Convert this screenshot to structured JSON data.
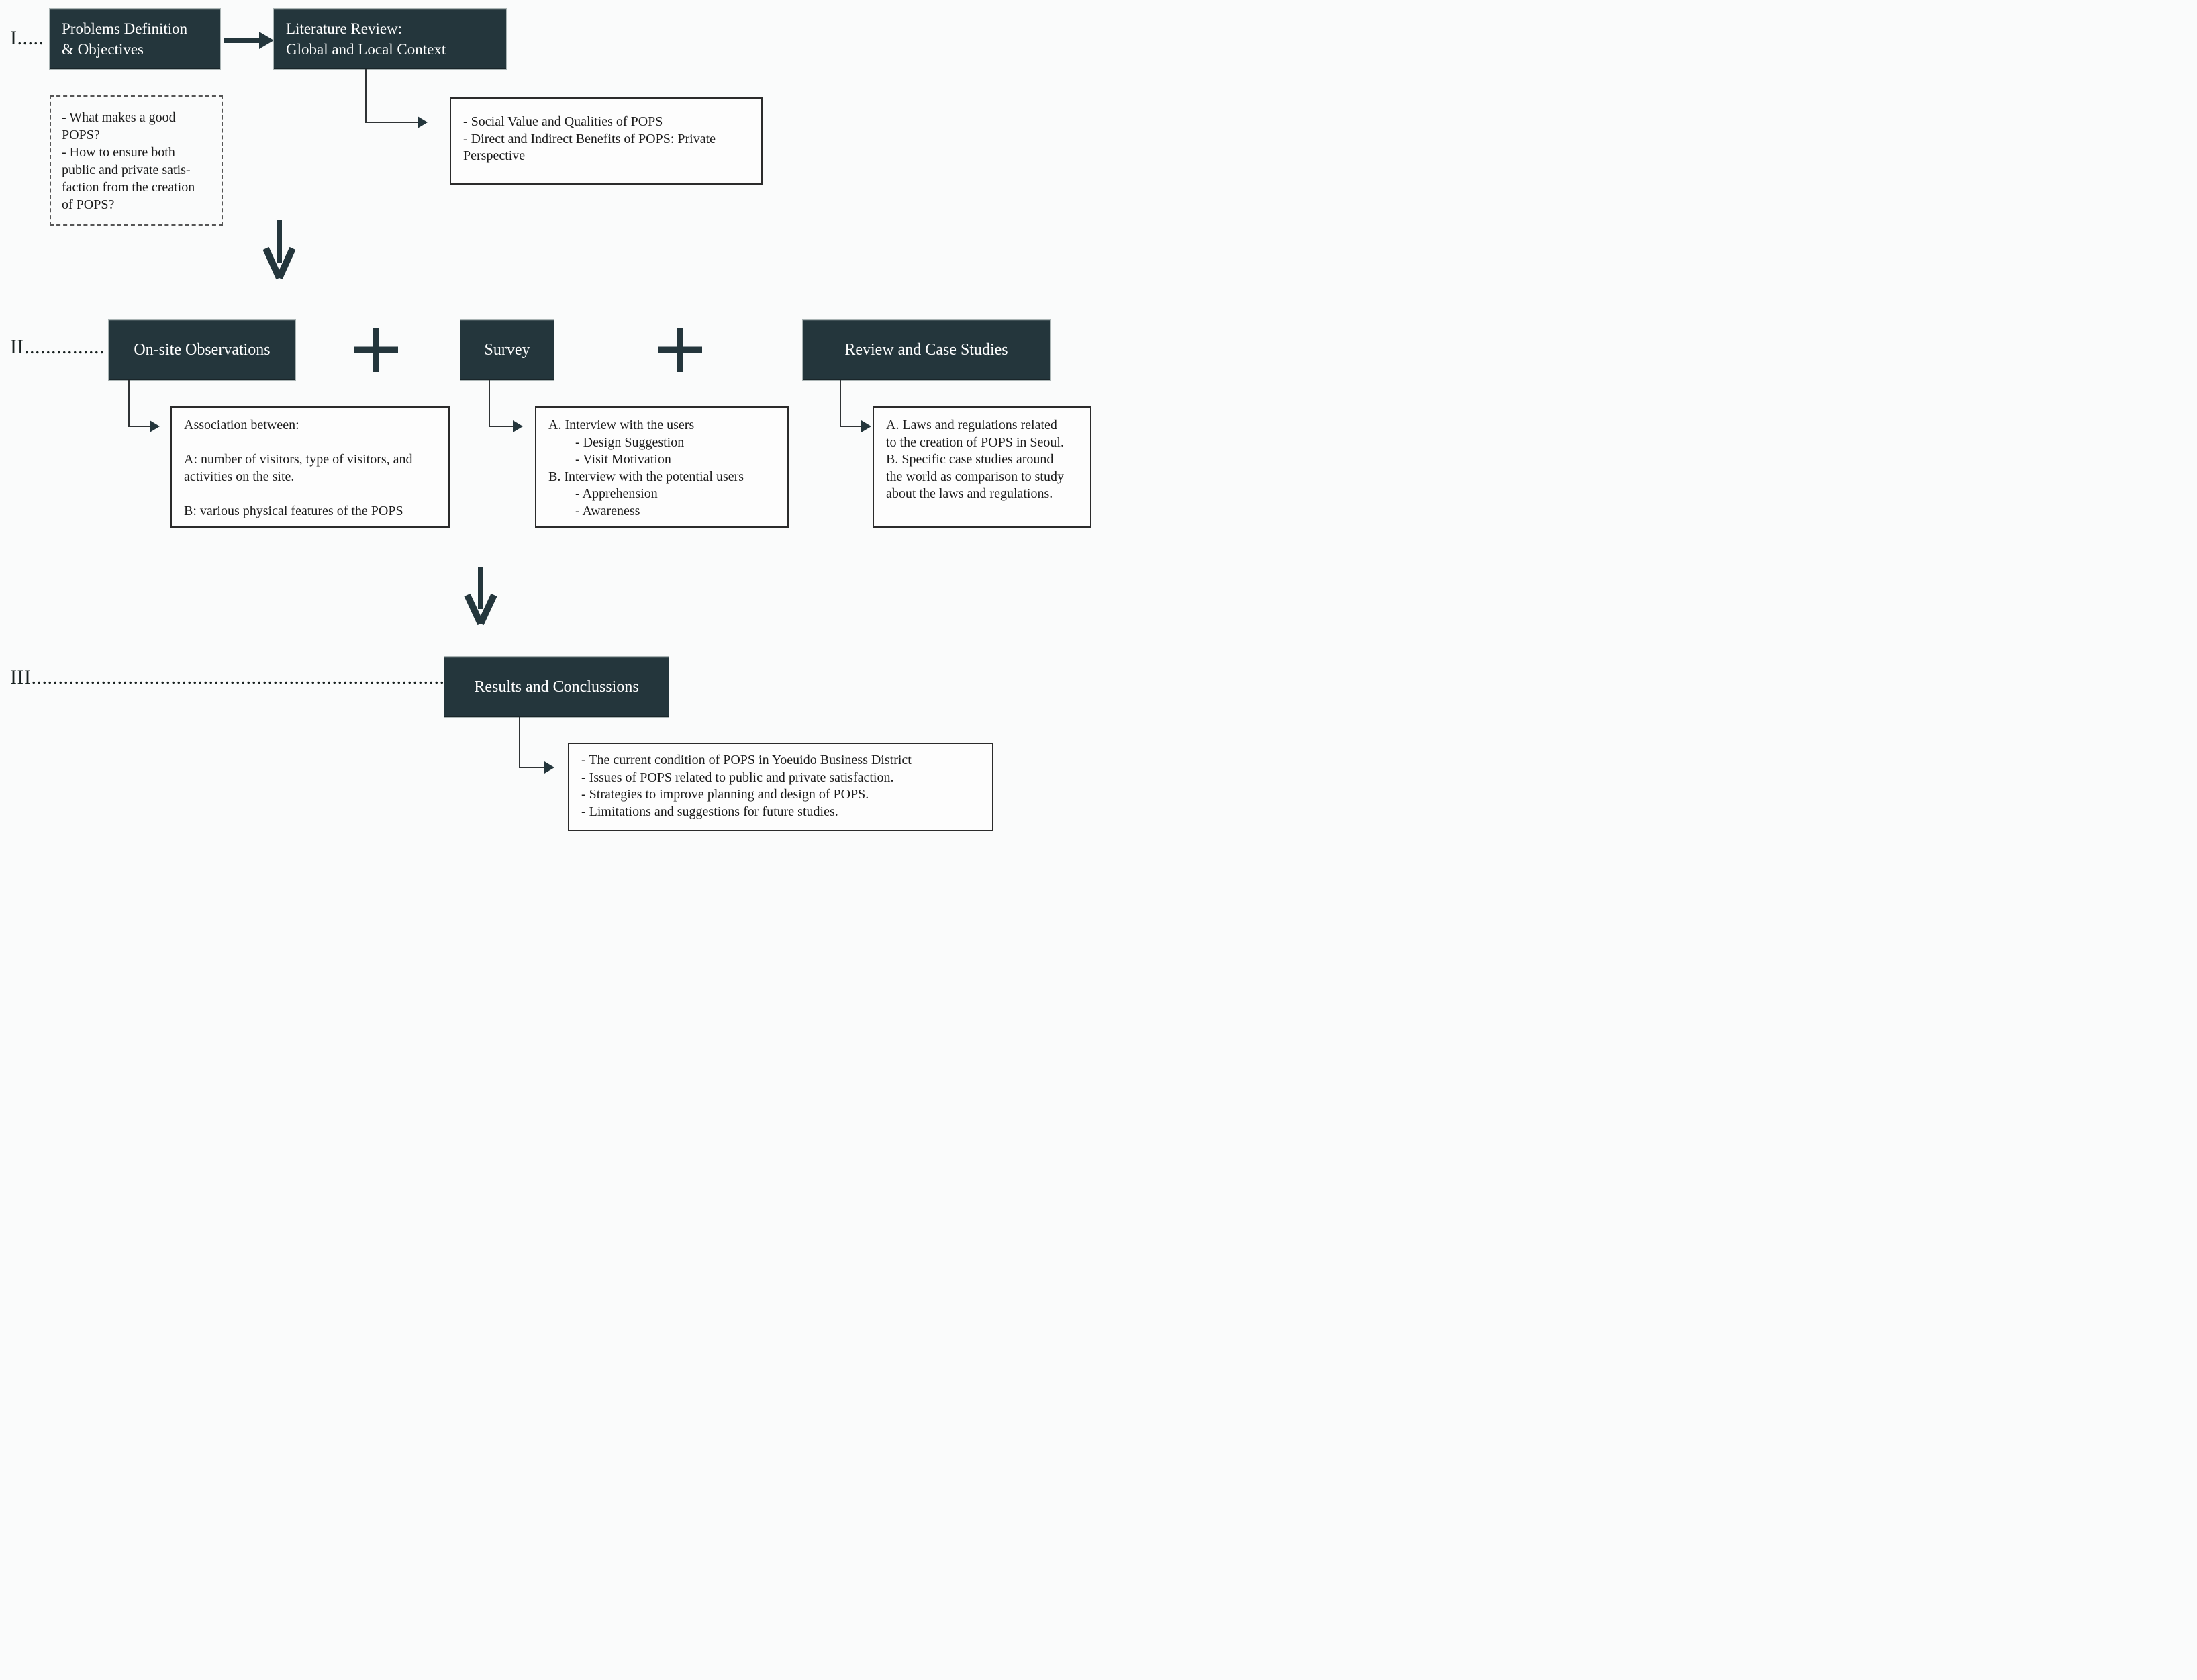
{
  "figure": {
    "background": "#fafbfb",
    "accent_dark": "#24363c",
    "line_color": "#2f3335"
  },
  "stages": {
    "label_1": "I.....",
    "label_2": "II...............",
    "label_3": "III................................................................................"
  },
  "row1": {
    "problems_box": [
      "Problems Definition",
      "& Objectives"
    ],
    "literature_box": [
      "Literature Review:",
      "Global and Local Context"
    ],
    "questions_note": [
      "- What makes a good",
      "POPS?",
      "- How to ensure both",
      "public and private satis-",
      "faction from the creation",
      "of POPS?"
    ],
    "social_note": [
      "- Social Value and Qualities of POPS",
      "- Direct and Indirect Benefits of POPS: Private",
      "Perspective"
    ]
  },
  "row2": {
    "onsite_box": "On-site Observations",
    "survey_box": "Survey",
    "review_box": "Review and Case Studies",
    "association_note": [
      "Association between:",
      "",
      "A: number of visitors, type of visitors, and",
      "activities on the site.",
      "",
      "B: various physical features of the POPS"
    ],
    "interview_note": [
      "A. Interview with the users",
      "        - Design Suggestion",
      "        - Visit Motivation",
      "B. Interview with the potential users",
      "        - Apprehension",
      "        - Awareness"
    ],
    "laws_note": [
      "A. Laws and regulations related",
      "to the creation of POPS in Seoul.",
      "B. Specific case studies around",
      "the world as comparison to study",
      "about the laws and regulations."
    ]
  },
  "row3": {
    "results_box": "Results and Conclussions",
    "outcomes_note": [
      "- The current condition of POPS in Yoeuido Business District",
      "- Issues of POPS related to public and private satisfaction.",
      "- Strategies to improve planning and design of POPS.",
      "- Limitations and suggestions for future studies."
    ]
  }
}
